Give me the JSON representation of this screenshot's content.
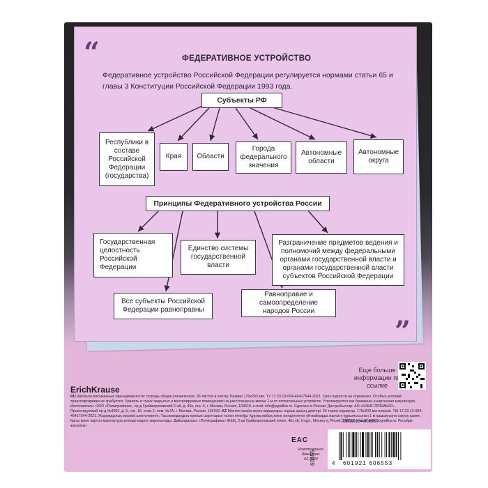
{
  "header": {
    "quote_open": "“",
    "quote_close": "”",
    "title": "ФЕДЕРАТИВНОЕ УСТРОЙСТВО",
    "intro": "Федеративное устройство Российской Федерации регулируется нормами статьи 65 и главы 3 Конституции Российской Федерации 1993 года."
  },
  "subjects": {
    "heading": "Субъекты РФ",
    "items": [
      "Республики в составе Российской Федерации (государства)",
      "Края",
      "Области",
      "Города федерального значения",
      "Автономные области",
      "Автономные округа"
    ]
  },
  "principles": {
    "heading": "Принципы Федеративного устройства России",
    "items": [
      "Государственная целостность Российской Федерации",
      "Единство системы государственной власти",
      "Разграничение предметов ведения и полномочий между федеральными органами государственной власти и органами государственной власти субъектов Российской Федерации",
      "Все субъекты Российской Федерации равноправны",
      "Равноправие и самоопределение народов России"
    ]
  },
  "footer": {
    "more_info": "Еще больше информации по ссылке",
    "brand": "ErichKrause",
    "fine_print_ru_label": "RU",
    "fine_print_ru": "Школьно-письменные принадлежности: тетрадь общая ученическая. 36 листов в клетку. Размер 170х203 мм. ТУ 17.23.13-004-46417544-2021. Срок годности не ограничен. Особых условий транспортировки не требуется. Хранить в сухих закрытых и вентилируемых помещениях на расстоянии не менее 1 м от отопительных устройств. Утилизируется как бумажная и картонная макулатура. Изготовитель: ООО «Полиграфика», пр-д Грайвороновский 2-ой, д. 40з, стр. 5, г. Москва, Россия, 109518, e-mail: info@pgrafika.ru. Сделано в России. Дистрибьютор: АО «ОФИС ПРЕМЬЕР», Проектируемый пр-д №4062, д. 6, стр. 16, этаж 2, пом. №7А, г. Москва, Россия, 115432.",
    "fine_print_kz_label": "KZ",
    "fine_print_kz": "Мектеп-жазба керек-жарақтары: оқушы қалың дәптері. 36 торлы парақтар. 170х203 мм өлшемі. ТШ 17.23.13-004-46417544-2021. Жарамдылық мерзімі шектелмеген. Тасымалдаудың ерекше шарттарын талап етпейді. Құрғақ жабық және желдетілетін үй-жайларда жылыту құрылғысынан 1 м қашықтықта сақтау қажет. Қағаз және картон макулатура ретінде кәдеге жаратылады. Дайындаушы: «Полиграфика» ЖШҚ, 2-ші Грайвороновский өткел, 40з үй, 5-құр., Мәскеу қ, Ресей, 109518, e-mail: info@pgrafika.ru. Ресейде жасалған.",
    "eac": "EAC",
    "article_code": "036010154-60655",
    "vertical_number": "60655",
    "made_label": "Изготовлено/ Жасалған: 02.2024",
    "barcode_first": "4",
    "barcode_digits": "601921 606553"
  },
  "colors": {
    "sheet": "#eac6ea",
    "accent": "#6c3c74",
    "cover_dark": "#242326",
    "cover_pink": "#e9b8de"
  }
}
